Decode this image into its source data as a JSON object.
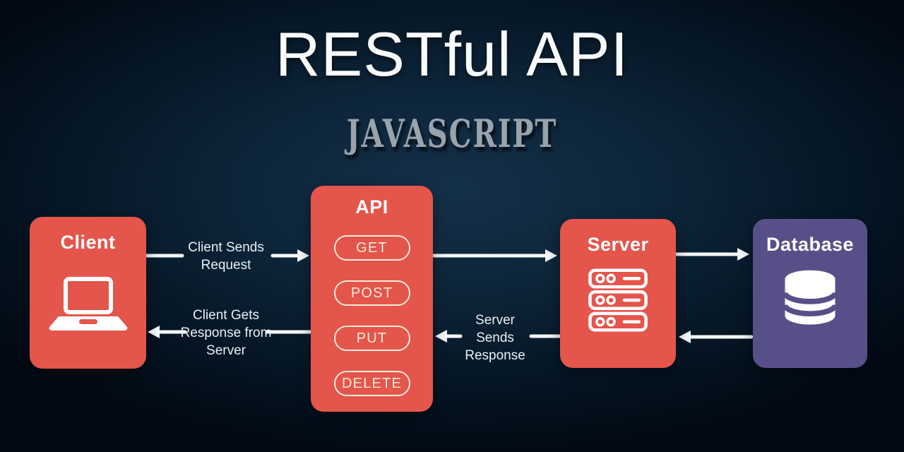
{
  "title": "RESTful API",
  "subtitle": "JAVASCRIPT",
  "colors": {
    "background_center": "#143049",
    "background_edge": "#020a14",
    "node_red": "#e4554c",
    "node_purple": "#575088",
    "pill_cream": "#f6ecd9",
    "arrow_white": "#f2f6f8",
    "subtitle_gray": "#99a3ab"
  },
  "nodes": {
    "client": {
      "label": "Client",
      "icon": "laptop-icon"
    },
    "api": {
      "label": "API",
      "methods": [
        "GET",
        "POST",
        "PUT",
        "DELETE"
      ]
    },
    "server": {
      "label": "Server",
      "icon": "server-rack-icon"
    },
    "database": {
      "label": "Database",
      "icon": "database-icon"
    }
  },
  "flows": [
    {
      "name": "client-to-api",
      "label": "Client Sends Request",
      "direction": "right"
    },
    {
      "name": "api-to-server",
      "label": "",
      "direction": "right"
    },
    {
      "name": "server-to-database",
      "label": "",
      "direction": "right"
    },
    {
      "name": "api-to-client",
      "label": "Client Gets Response from Server",
      "direction": "left"
    },
    {
      "name": "server-to-api",
      "label": "Server Sends Response",
      "direction": "left"
    },
    {
      "name": "database-to-server",
      "label": "",
      "direction": "left"
    }
  ]
}
